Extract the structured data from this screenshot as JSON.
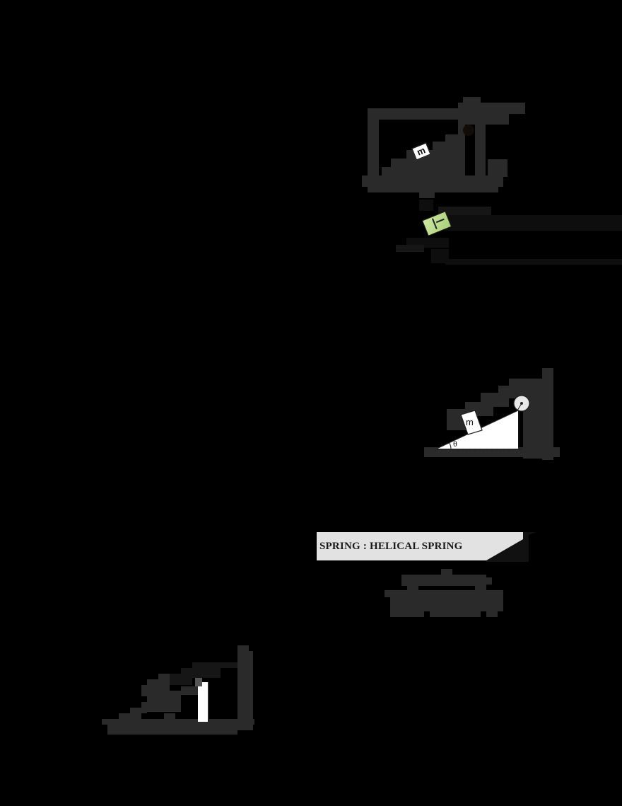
{
  "page": {
    "background": "#000000",
    "mask_color": "#2a2a2a"
  },
  "figure_top": {
    "block_label": "m",
    "block_label_green": ""
  },
  "figure_incline": {
    "block_label": "m",
    "angle_label": "θ"
  },
  "spring_label": {
    "text": "SPRING : HELICAL SPRING"
  },
  "figure_bottom": {}
}
